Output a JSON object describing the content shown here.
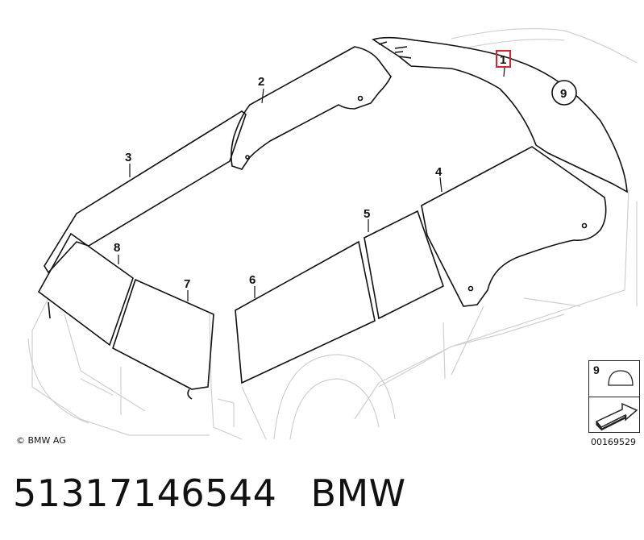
{
  "diagram": {
    "callouts": {
      "c1": "1",
      "c2": "2",
      "c3": "3",
      "c4": "4",
      "c5": "5",
      "c6": "6",
      "c7": "7",
      "c8": "8",
      "c9": "9"
    },
    "highlight_color": "#e0202a"
  },
  "copyright": "© BMW AG",
  "legend": {
    "part_number": "9"
  },
  "drawing_code": "00169529",
  "footer": {
    "part_number": "51317146544",
    "brand": "BMW"
  }
}
